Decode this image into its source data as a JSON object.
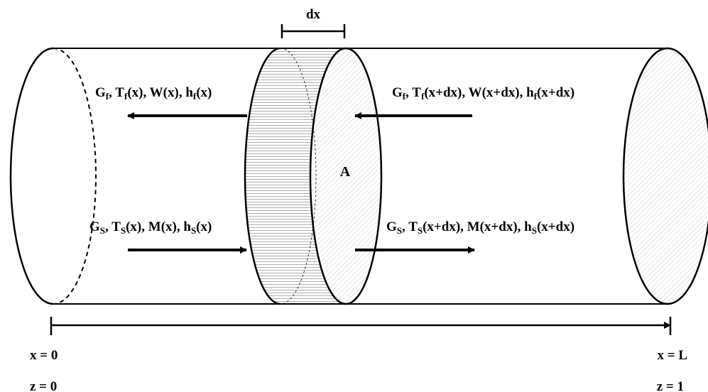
{
  "diagram": {
    "dx_label": "dx",
    "area_label": "A",
    "upper_left": {
      "G": "G",
      "G_sub": "f",
      "T": "T",
      "T_sub": "f",
      "T_arg": "(x)",
      "W": "W(x)",
      "h": "h",
      "h_sub": "f",
      "h_arg": "(x)"
    },
    "upper_right": {
      "G": "G",
      "G_sub": "f",
      "T": "T",
      "T_sub": "f",
      "T_arg": "(x+dx)",
      "W": "W(x+dx)",
      "h": "h",
      "h_sub": "f",
      "h_arg": "(x+dx)"
    },
    "lower_left": {
      "G": "G",
      "G_sub": "S",
      "T": "T",
      "T_sub": "S",
      "T_arg": "(x)",
      "M": "M(x)",
      "h": "h",
      "h_sub": "S",
      "h_arg": "(x)"
    },
    "lower_right": {
      "G": "G",
      "G_sub": "S",
      "T": "T",
      "T_sub": "S",
      "T_arg": "(x+dx)",
      "M": "M(x+dx)",
      "h": "h",
      "h_sub": "S",
      "h_arg": "(x+dx)"
    },
    "x_start": "x = 0",
    "x_end": "x = L",
    "z_start": "z = 0",
    "z_end": "z = 1",
    "sep": ", "
  }
}
